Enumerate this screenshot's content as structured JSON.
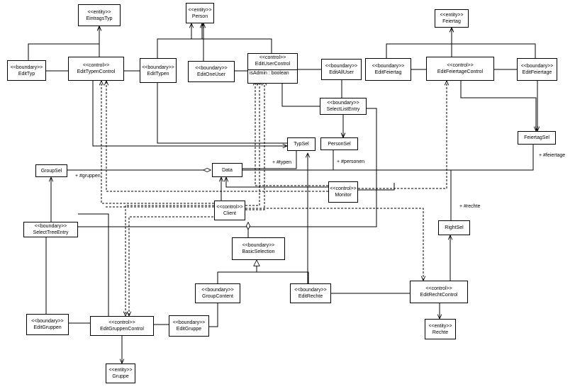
{
  "stereotypes": {
    "entity": "<<entity>>",
    "boundary": "<<boundary>>",
    "control": "<<control>>"
  },
  "nodes": {
    "EintragsTyp": "EintragsTyp",
    "Person": "Person",
    "Feiertag": "Feiertag",
    "EditTyp": "EditTyp",
    "EditTypenControl": "EditTypenControl",
    "EditTypen": "EditTypen",
    "EditOneUser": "EditOneUser",
    "EditUserControl": "EditUserControl",
    "EditUserControl_attr": "isAdmin : boolean",
    "EditAllUser": "EditAllUser",
    "EditFeiertag": "EditFeiertag",
    "EditFeiertageControl": "EditFeiertageControl",
    "EditFeiertage": "EditFeiertage",
    "SelectListEntry": "SelectListEntry",
    "TypSel": "TypSel",
    "PersonSel": "PersonSel",
    "FeiertagSel": "FeiertagSel",
    "GroupSel": "GroupSel",
    "Data": "Data",
    "Monitor": "Monitor",
    "Client": "Client",
    "RightSel": "RightSel",
    "SelectTreeEntry": "SelectTreeEntry",
    "BasicSelection": "BasicSelection",
    "GroupContent": "GroupContent",
    "EditRechte": "EditRechte",
    "EditRechtControl": "EditRechtControl",
    "EditGruppen": "EditGruppen",
    "EditGruppenControl": "EditGruppenControl",
    "EditGruppe": "EditGruppe",
    "Rechte": "Rechte",
    "Gruppe": "Gruppe"
  },
  "roles": {
    "gruppen": "+ #gruppen",
    "typen": "+ #typen",
    "personen": "+ #personen",
    "feiertage": "+ #feiertage",
    "rechte": "+ #rechte"
  }
}
